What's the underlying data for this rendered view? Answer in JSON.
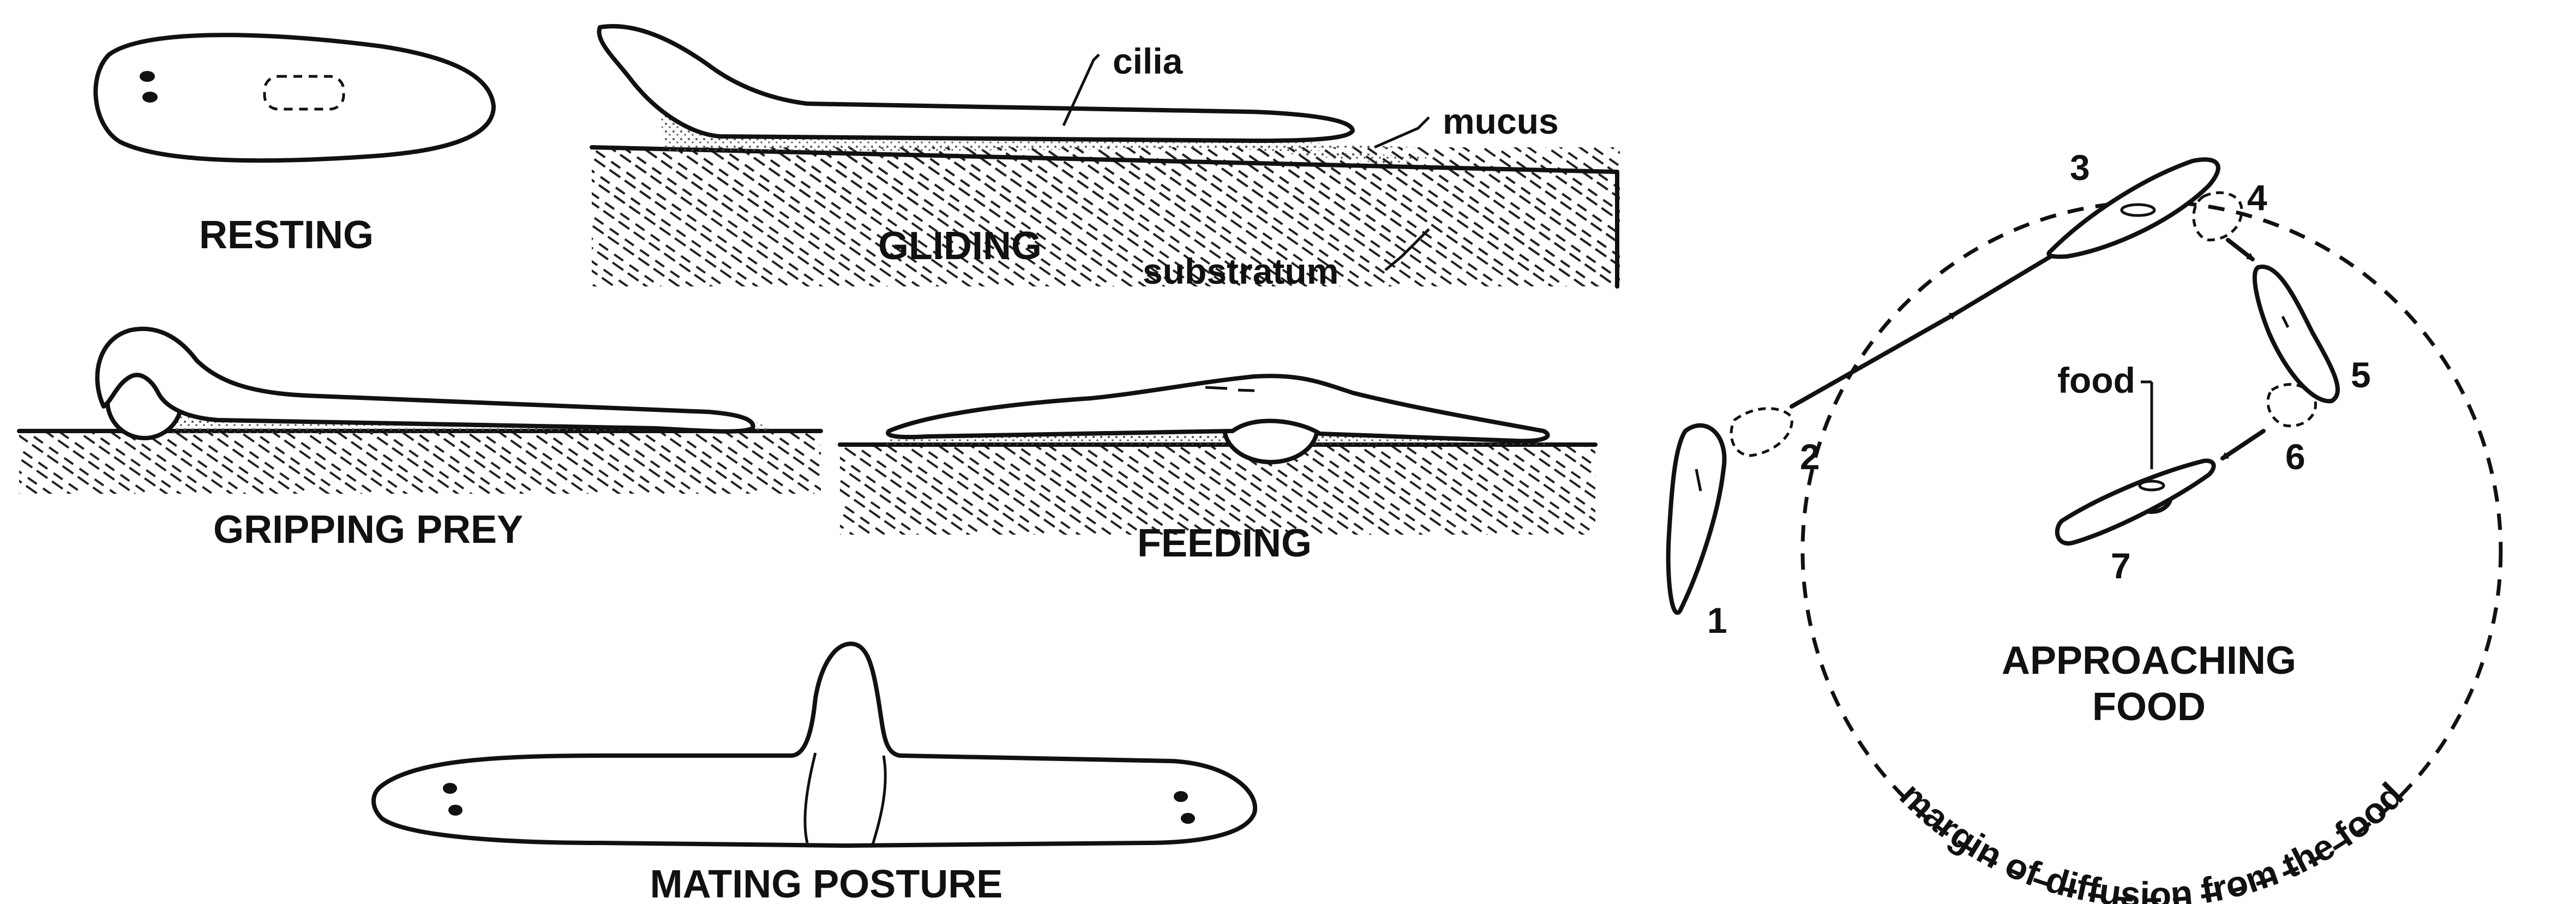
{
  "labels": {
    "cilia": "cilia",
    "mucus": "mucus",
    "substratum": "substratum",
    "food": "food"
  },
  "captions": {
    "resting": "RESTING",
    "gliding": "GLIDING",
    "gripping_prey": "GRIPPING PREY",
    "feeding": "FEEDING",
    "mating_posture": "MATING POSTURE",
    "approaching_line1": "APPROACHING",
    "approaching_line2": "FOOD"
  },
  "margin_text": "margin of diffusion from the food",
  "steps": [
    "1",
    "2",
    "3",
    "4",
    "5",
    "6",
    "7"
  ],
  "colors": {
    "ink": "#111111",
    "background": "#ffffff",
    "stipple": "#555555"
  }
}
